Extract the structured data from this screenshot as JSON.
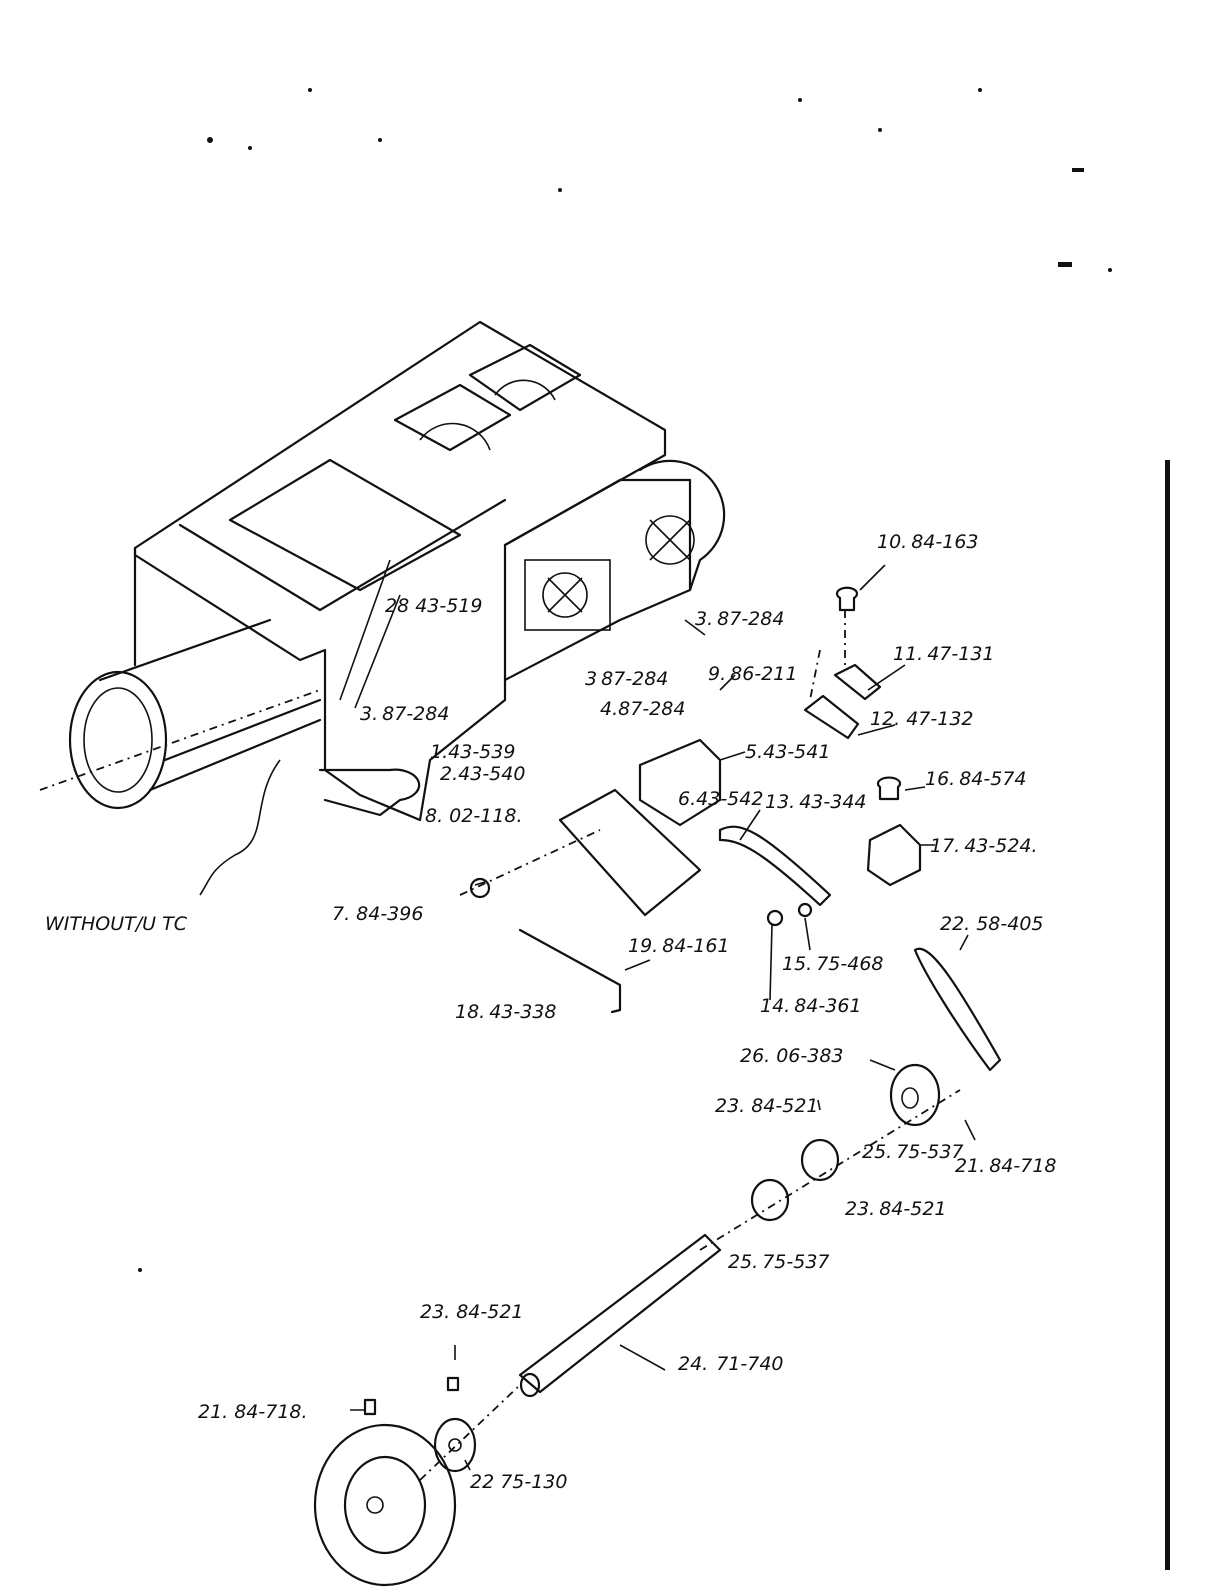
{
  "diagram": {
    "note": "WITHOUT/U TC",
    "callouts": [
      {
        "num": "10.",
        "part": "84-163"
      },
      {
        "num": "11.",
        "part": "47-131"
      },
      {
        "num": "12.",
        "part": "47-132"
      },
      {
        "num": "3.",
        "part": "87-284"
      },
      {
        "num": "9.",
        "part": "86-211"
      },
      {
        "num": "3",
        "part": "87-284"
      },
      {
        "num": "4.",
        "part": "87-284"
      },
      {
        "num": "28",
        "part": "43-519"
      },
      {
        "num": "3.",
        "part": "87-284"
      },
      {
        "num": "1.",
        "part": "43-539"
      },
      {
        "num": "2.",
        "part": "43-540"
      },
      {
        "num": "8.",
        "part": "02-118."
      },
      {
        "num": "5.",
        "part": "43-541"
      },
      {
        "num": "6.",
        "part": "43-542"
      },
      {
        "num": "13.",
        "part": "43-344"
      },
      {
        "num": "16.",
        "part": "84-574"
      },
      {
        "num": "17.",
        "part": "43-524."
      },
      {
        "num": "7.",
        "part": "84-396"
      },
      {
        "num": "19.",
        "part": "84-161"
      },
      {
        "num": "18.",
        "part": "43-338"
      },
      {
        "num": "14.",
        "part": "84-361"
      },
      {
        "num": "15.",
        "part": "75-468"
      },
      {
        "num": "22.",
        "part": "58-405"
      },
      {
        "num": "26.",
        "part": "06-383"
      },
      {
        "num": "23.",
        "part": "84-521"
      },
      {
        "num": "25.",
        "part": "75-537"
      },
      {
        "num": "21.",
        "part": "84-718"
      },
      {
        "num": "23.",
        "part": "84-521"
      },
      {
        "num": "25.",
        "part": "75-537"
      },
      {
        "num": "23.",
        "part": "84-521"
      },
      {
        "num": "24.",
        "part": "71-740"
      },
      {
        "num": "21.",
        "part": "84-718."
      },
      {
        "num": "22",
        "part": "75-130"
      }
    ]
  }
}
